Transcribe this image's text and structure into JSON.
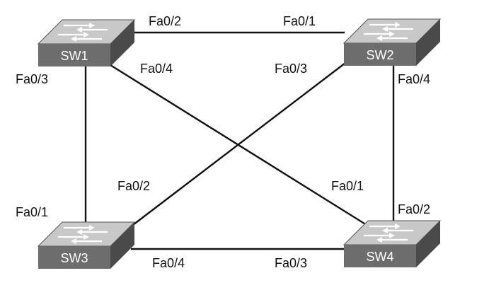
{
  "switches": [
    {
      "id": "sw1",
      "name": "SW1"
    },
    {
      "id": "sw2",
      "name": "SW2"
    },
    {
      "id": "sw3",
      "name": "SW3"
    },
    {
      "id": "sw4",
      "name": "SW4"
    }
  ],
  "links": [
    {
      "id": "sw1-sw2",
      "a_port": "Fa0/2",
      "b_port": "Fa0/1"
    },
    {
      "id": "sw1-sw3",
      "a_port": "Fa0/3",
      "b_port": "Fa0/1"
    },
    {
      "id": "sw1-sw4",
      "a_port": "Fa0/4",
      "b_port": "Fa0/1"
    },
    {
      "id": "sw2-sw3",
      "a_port": "Fa0/3",
      "b_port": "Fa0/2"
    },
    {
      "id": "sw2-sw4",
      "a_port": "Fa0/4",
      "b_port": "Fa0/2"
    },
    {
      "id": "sw3-sw4",
      "a_port": "Fa0/4",
      "b_port": "Fa0/3"
    }
  ],
  "colors": {
    "switch_top": "#c8c8c8",
    "switch_front": "#6d6d6d",
    "switch_side": "#4a4a4a",
    "link_line": "#111111"
  }
}
